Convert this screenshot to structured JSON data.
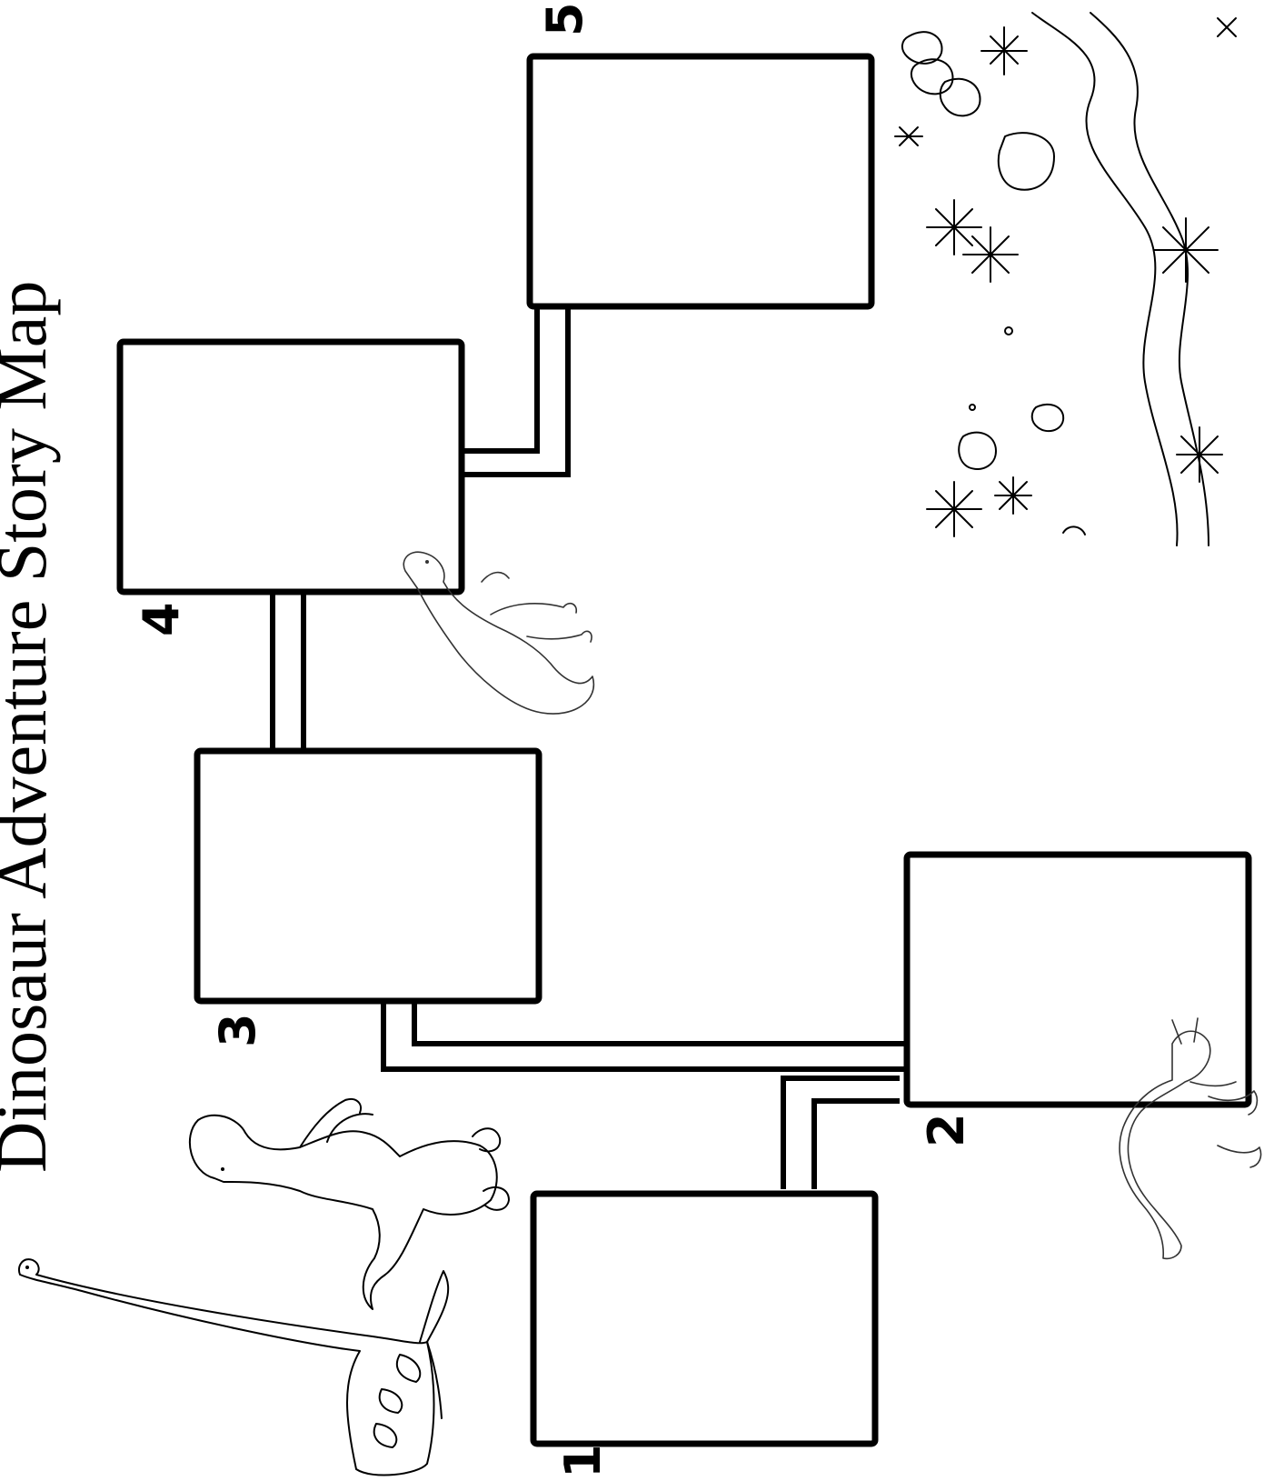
{
  "worksheet": {
    "title": "Dinosaur Adventure Story Map",
    "steps": [
      {
        "number": "1"
      },
      {
        "number": "2"
      },
      {
        "number": "3"
      },
      {
        "number": "4"
      },
      {
        "number": "5"
      }
    ]
  },
  "colors": {
    "ink": "#000000",
    "paper": "#ffffff"
  },
  "illustrations": [
    "long-neck-dinosaur",
    "sauropod-dinosaur",
    "tyrannosaurus-dinosaur",
    "triceratops-dinosaur",
    "river",
    "plants",
    "rocks"
  ]
}
